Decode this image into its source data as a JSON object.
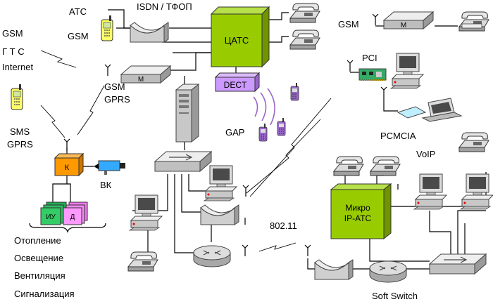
{
  "labels": {
    "atc": "АТС",
    "isdn": "ISDN / ТФОП",
    "gsm_top_left": "GSM",
    "gsm_phone": "GSM",
    "gts": "Г Т С",
    "internet": "Internet",
    "sms": "SMS",
    "gprs_left": "GPRS",
    "gsm_gprs_1": "GSM",
    "gsm_gprs_2": "GPRS",
    "gsm_right": "GSM",
    "pci": "PCI",
    "pcmcia": "PCMCIA",
    "gap": "GAP",
    "bk": "ВК",
    "voip": "VoIP",
    "wifi": "802.11",
    "softswitch": "Soft Switch"
  },
  "boxes": {
    "catc": "ЦАТС",
    "dect": "DECT",
    "micro_1": "Микро",
    "micro_2": "IP-АТС",
    "modem_center": "М",
    "modem_right": "М",
    "controller": "К",
    "iu": "ИУ",
    "d": "Д"
  },
  "systems": [
    "Отопление",
    "Освещение",
    "Вентиляция",
    "Сигнализация"
  ],
  "colors": {
    "green": "#99cc00",
    "green_dark": "#6f9400",
    "purple": "#cc99ff",
    "orange": "#ff9900",
    "pink": "#ff99ff",
    "device_green": "#33cc66",
    "phone_yellow": "#ffff66",
    "camera_blue": "#33aaff",
    "grey": "#c8c8c8"
  }
}
